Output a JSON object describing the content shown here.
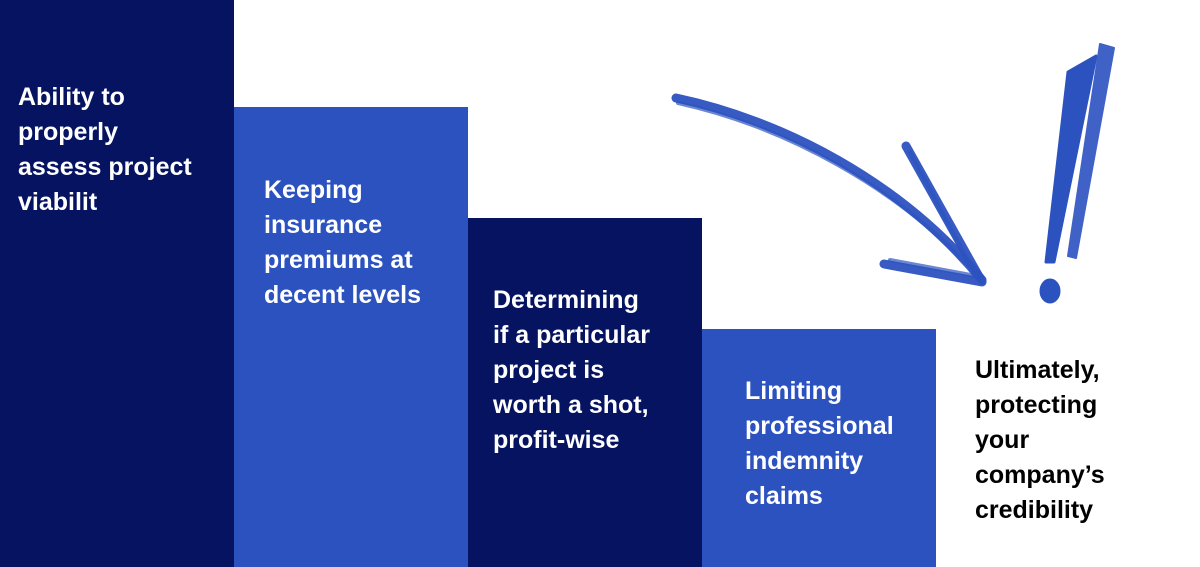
{
  "colors": {
    "dark": "#051361",
    "accent": "#2c52c0",
    "final_text": "#000000"
  },
  "steps": [
    {
      "lines": [
        "Ability to",
        "properly",
        "assess project",
        "viabilit"
      ],
      "color": "dark"
    },
    {
      "lines": [
        "Keeping",
        "insurance",
        "premiums at",
        "decent levels"
      ],
      "color": "accent"
    },
    {
      "lines": [
        "Determining",
        "if a particular",
        "project is",
        "worth a shot,",
        "profit-wise"
      ],
      "color": "dark"
    },
    {
      "lines": [
        "Limiting",
        "professional",
        "indemnity",
        "claims"
      ],
      "color": "accent"
    }
  ],
  "final": {
    "lines": [
      "Ultimately,",
      "protecting",
      "your",
      "company’s",
      "credibility"
    ]
  },
  "decor": {
    "arrow_icon": "hand-drawn-arrow",
    "exclamation_icon": "hand-drawn-exclamation"
  }
}
